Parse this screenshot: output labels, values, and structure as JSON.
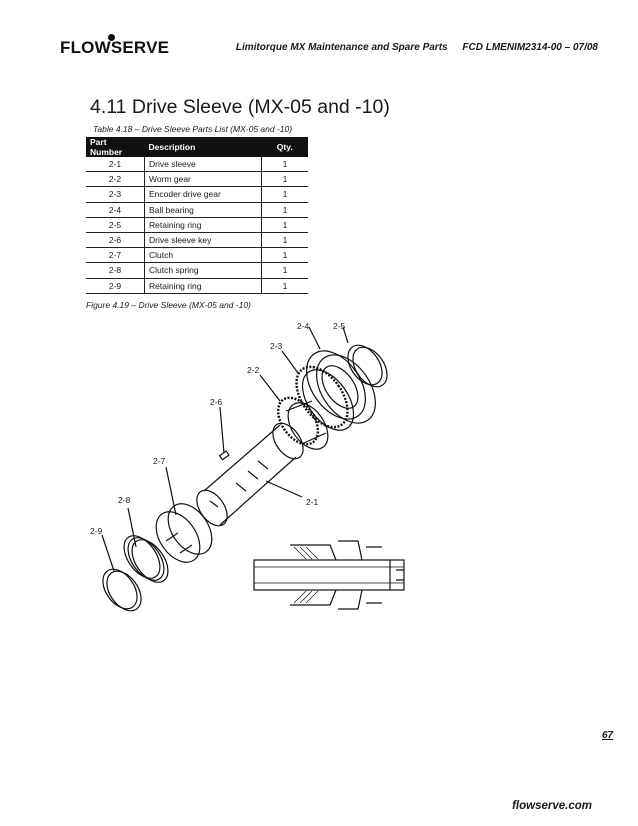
{
  "header": {
    "logo": "FLOWSERVE",
    "doc_title": "Limitorque MX Maintenance and Spare Parts",
    "doc_code": "FCD LMENIM2314-00 – 07/08"
  },
  "section": {
    "title": "4.11  Drive Sleeve (MX-05 and -10)"
  },
  "table": {
    "caption": "Table 4.18 – Drive Sleeve Parts List (MX-05 and -10)",
    "columns": [
      "Part Number",
      "Description",
      "Qty."
    ],
    "rows": [
      [
        "2-1",
        "Drive sleeve",
        "1"
      ],
      [
        "2-2",
        "Worm gear",
        "1"
      ],
      [
        "2-3",
        "Encoder drive gear",
        "1"
      ],
      [
        "2-4",
        "Ball bearing",
        "1"
      ],
      [
        "2-5",
        "Retaining ring",
        "1"
      ],
      [
        "2-6",
        "Drive sleeve key",
        "1"
      ],
      [
        "2-7",
        "Clutch",
        "1"
      ],
      [
        "2-8",
        "Clutch spring",
        "1"
      ],
      [
        "2-9",
        "Retaining ring",
        "1"
      ]
    ]
  },
  "figure": {
    "caption": "Figure 4.19 – Drive Sleeve (MX-05 and -10)",
    "callouts": [
      "2-4",
      "2-5",
      "2-3",
      "2-2",
      "2-6",
      "2-7",
      "2-8",
      "2-9",
      "2-1"
    ]
  },
  "footer": {
    "page_number": "67",
    "url": "flowserve.com"
  }
}
